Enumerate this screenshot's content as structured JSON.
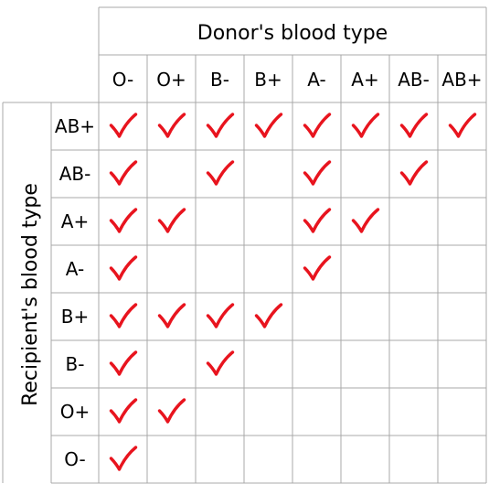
{
  "header": {
    "donor_title": "Donor's blood type",
    "recipient_title": "Recipient's blood type"
  },
  "donor_types": [
    "O-",
    "O+",
    "B-",
    "B+",
    "A-",
    "A+",
    "AB-",
    "AB+"
  ],
  "recipient_types": [
    "AB+",
    "AB-",
    "A+",
    "A-",
    "B+",
    "B-",
    "O+",
    "O-"
  ],
  "compatibility": [
    [
      1,
      1,
      1,
      1,
      1,
      1,
      1,
      1
    ],
    [
      1,
      0,
      1,
      0,
      1,
      0,
      1,
      0
    ],
    [
      1,
      1,
      0,
      0,
      1,
      1,
      0,
      0
    ],
    [
      1,
      0,
      0,
      0,
      1,
      0,
      0,
      0
    ],
    [
      1,
      1,
      1,
      1,
      0,
      0,
      0,
      0
    ],
    [
      1,
      0,
      1,
      0,
      0,
      0,
      0,
      0
    ],
    [
      1,
      1,
      0,
      0,
      0,
      0,
      0,
      0
    ],
    [
      1,
      0,
      0,
      0,
      0,
      0,
      0,
      0
    ]
  ],
  "check_icon": "check-mark-icon",
  "colors": {
    "check": "#e8141e",
    "grid": "#a9a9a9",
    "text": "#000000"
  }
}
